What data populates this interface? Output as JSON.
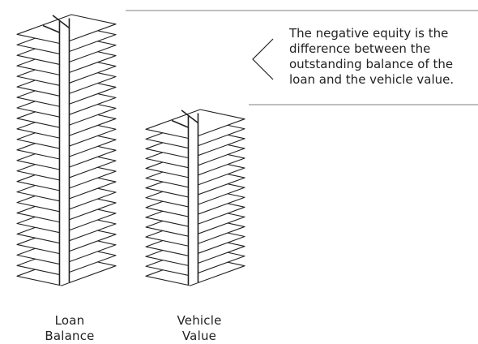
{
  "stacks": [
    {
      "id": "loan",
      "label_lines": [
        "Loan",
        "Balance"
      ],
      "bill_count": 24
    },
    {
      "id": "vehicle",
      "label_lines": [
        "Vehicle",
        "Value"
      ],
      "bill_count": 16
    }
  ],
  "callout": {
    "text": "The negative equity is the difference between the outstanding balance of the loan and the vehicle value."
  },
  "colors": {
    "ink": "#222222",
    "rule": "#999999",
    "paper": "#ffffff"
  }
}
